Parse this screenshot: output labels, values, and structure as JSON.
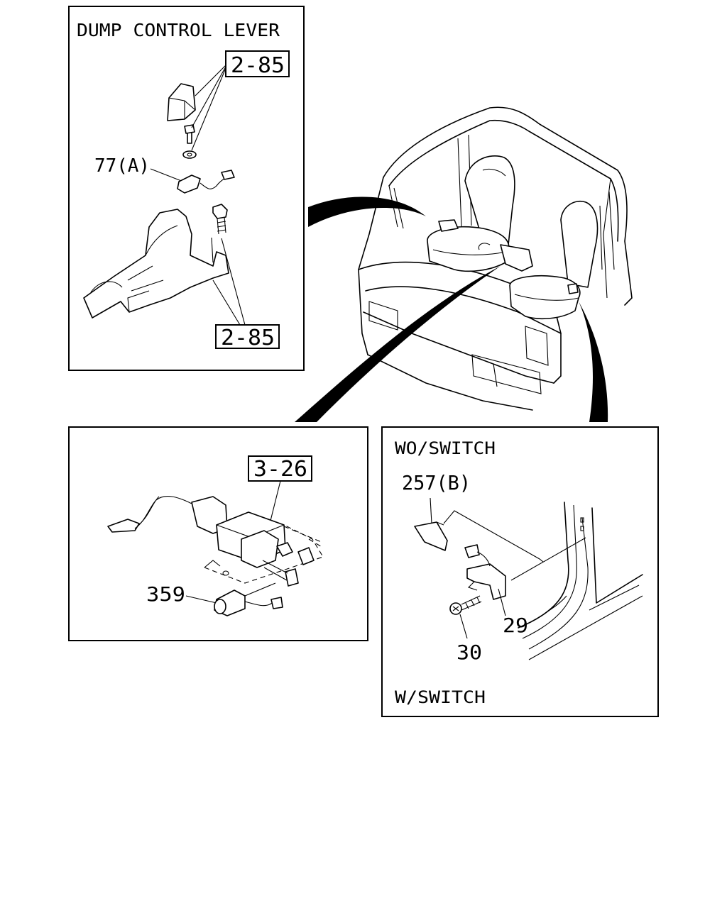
{
  "panels": {
    "dump_lever": {
      "title": "DUMP CONTROL LEVER",
      "ref_top": "2-85",
      "ref_bottom": "2-85",
      "part_label": "77(A)"
    },
    "valve": {
      "ref": "3-26",
      "part_label": "359"
    },
    "switch": {
      "title_top": "WO/SWITCH",
      "title_bottom": "W/SWITCH",
      "part_cover": "257(B)",
      "part_switch": "29",
      "part_screw": "30"
    }
  }
}
